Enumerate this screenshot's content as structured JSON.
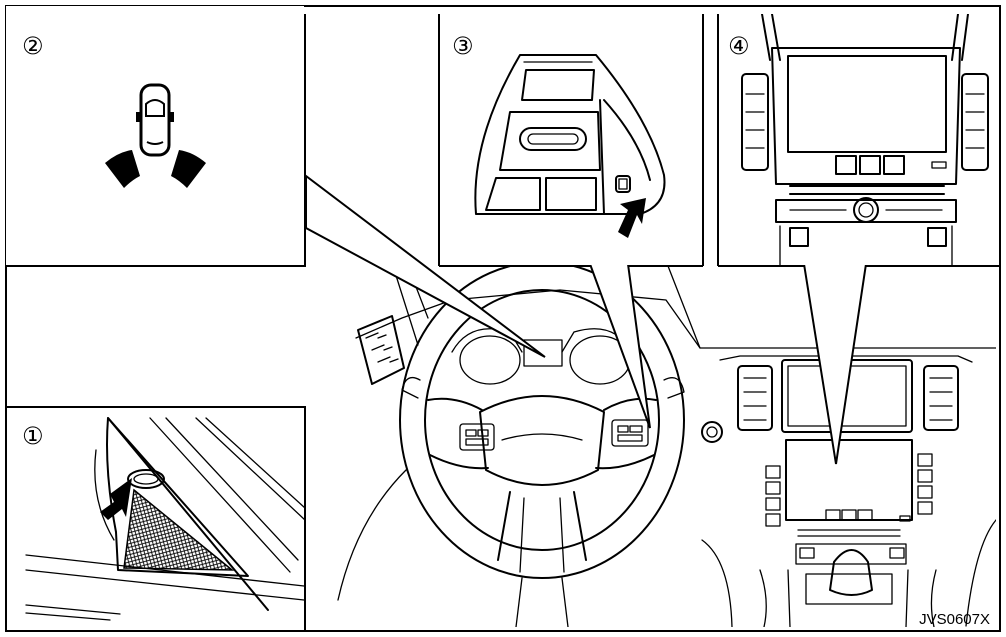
{
  "figure": {
    "code": "JVS0607X",
    "panels": [
      {
        "id": "1",
        "symbol": "①"
      },
      {
        "id": "2",
        "symbol": "②"
      },
      {
        "id": "3",
        "symbol": "③"
      },
      {
        "id": "4",
        "symbol": "④"
      }
    ]
  }
}
